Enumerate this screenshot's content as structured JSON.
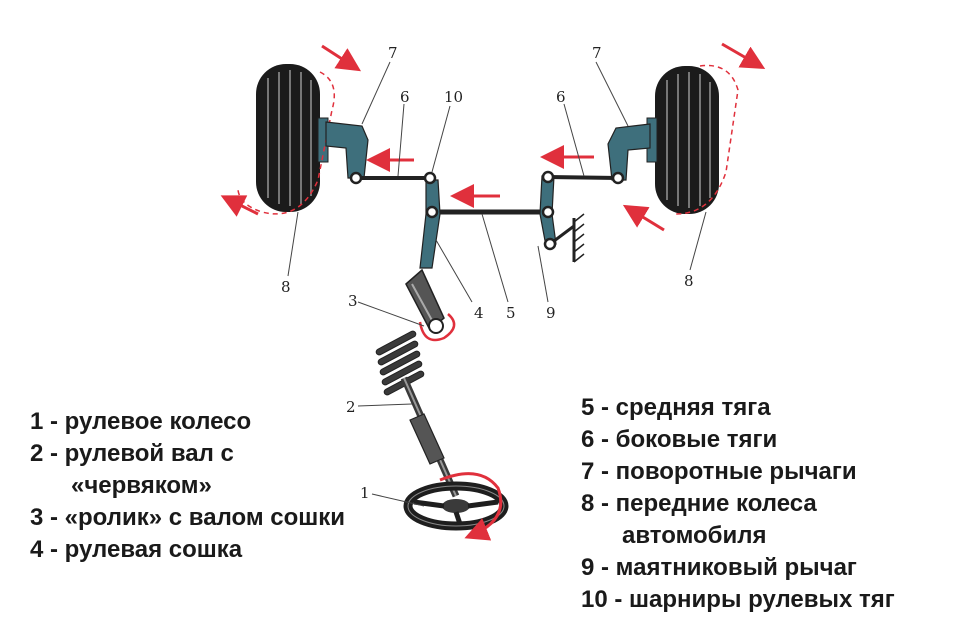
{
  "callouts": {
    "c1": "1",
    "c2": "2",
    "c3": "3",
    "c4": "4",
    "c5": "5",
    "c6_left": "6",
    "c6_right": "6",
    "c7_left": "7",
    "c7_right": "7",
    "c8_left": "8",
    "c8_right": "8",
    "c9": "9",
    "c10": "10"
  },
  "legend_left": [
    "1 - рулевое колесо",
    "2 - рулевой вал с",
    "«червяком»",
    "3 - «ролик» с валом сошки",
    "4 - рулевая сошка"
  ],
  "legend_right": [
    "5 - средняя тяга",
    "6 - боковые тяги",
    "7 - поворотные рычаги",
    "8 - передние колеса",
    "автомобиля",
    "9 - маятниковый рычаг",
    "10 - шарниры рулевых тяг"
  ],
  "colors": {
    "metal": "#3e6f7c",
    "arrow": "#e0303c",
    "tire": "#1b1b1b",
    "rod": "#222222"
  }
}
